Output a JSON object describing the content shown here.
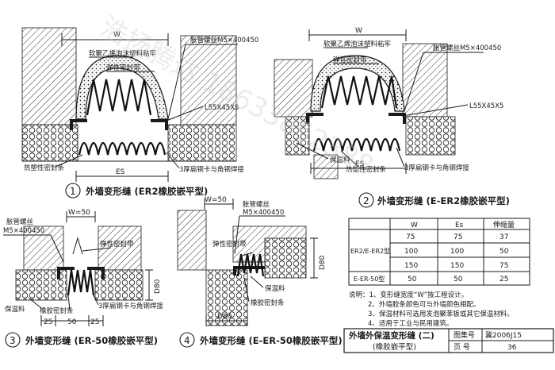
{
  "fig1": {
    "label_w": "W",
    "label_es": "ES",
    "label_rubber": "软聚乙烯泡沫塑料粘牢",
    "label_seal_strip": "弹性密封带",
    "label_bolt": "胀管螺丝M5×400450",
    "label_angle": "L55X45X5",
    "label_sealant": "热塑性密封条",
    "label_clip": "3厚扁钢卡与角钢焊接",
    "num": "1",
    "caption": "外墙变形缝 (ER2橡胶嵌平型)"
  },
  "fig2": {
    "label_w": "W",
    "label_es": "ES",
    "label_rubber": "软聚乙烯泡沫塑料粘牢",
    "label_seal_strip": "弹性密封带",
    "label_bolt": "胀管螺丝M5×400450",
    "label_angle": "L55X45X5",
    "label_insulation": "保温料",
    "label_sealant": "热塑性密封条",
    "label_clip": "3厚扁钢卡与角钢焊接",
    "num": "2",
    "caption": "外墙变形缝 (E-ER2橡胶嵌平型)"
  },
  "fig3": {
    "label_w": "W=50",
    "label_bolt_a": "胀管螺丝",
    "label_bolt_b": "M5×400450",
    "label_seal_strip": "弹性密封带",
    "label_d": "D80",
    "label_insulation": "保温料",
    "label_rubber_strip": "橡胶密封条",
    "label_clip": "3厚扁钢卡与角钢焊接",
    "dim_a": "25",
    "dim_b": "50",
    "dim_c": "25",
    "num": "3",
    "caption": "外墙变形缝 (ER-50橡胶嵌平型)"
  },
  "fig4": {
    "label_w": "W=50",
    "label_bolt_a": "胀管螺丝",
    "label_bolt_b": "M5×400450",
    "label_seal_strip": "弹性密封带",
    "label_d_right": "D80",
    "label_insulation": "保温料",
    "label_rubber_strip": "橡胶密封条",
    "label_d_bottom": "D80",
    "num": "4",
    "caption": "外墙变形缝 (E-ER-50橡胶嵌平型)"
  },
  "spec_table": {
    "headers": [
      "",
      "W",
      "Es",
      "伸缩量"
    ],
    "group_label_1": "ER2/E-ER2型",
    "group_label_2": "E-ER-50型",
    "rows": [
      [
        "75",
        "75",
        "37"
      ],
      [
        "100",
        "100",
        "50"
      ],
      [
        "150",
        "150",
        "75"
      ],
      [
        "50",
        "50",
        "25"
      ]
    ]
  },
  "notes": [
    "说明：1、变形缝宽度“W”按工程设计。",
    "2、外墙胶条颜色可与外墙颜色相配。",
    "3、保温材料可选用发泡聚苯板或其它保温材料。",
    "4、适用于工业与民用建筑。"
  ],
  "title_block": {
    "title_line1": "外墙外保温变形缝 (二)",
    "title_line2": "(橡胶嵌平型)",
    "atlas_label": "图集号",
    "atlas_value": "冀2006J15",
    "page_label": "页 号",
    "page_value": "36"
  },
  "watermark": "浩扬腾达 18633862388"
}
